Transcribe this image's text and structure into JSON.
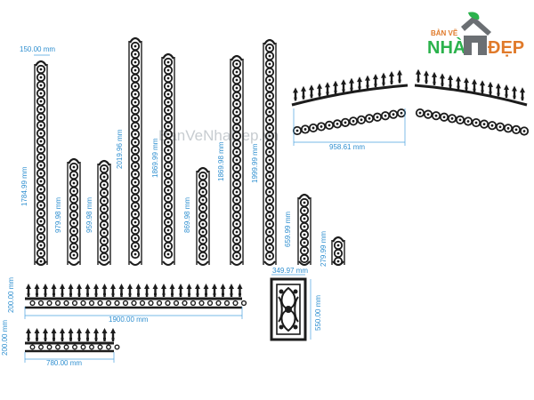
{
  "logo": {
    "top_text": "BẢN VẼ",
    "left_text": "NHÀ",
    "right_text": "ĐẸP",
    "colors": {
      "green": "#2bb24c",
      "orange": "#e07a2a",
      "gray": "#6b6f73"
    }
  },
  "watermark": "BanVeNhaDep.vn",
  "colors": {
    "ornament": "#1c1c1c",
    "dimension": "#2f8fd0"
  },
  "posts": [
    {
      "label": "150.00 mm",
      "label_position": "top"
    },
    {
      "label": "1784.99 mm"
    },
    {
      "label": "979.98 mm"
    },
    {
      "label": "959.98 mm"
    },
    {
      "label": "2019.96 mm"
    },
    {
      "label": "1869.99 mm"
    },
    {
      "label": "869.98 mm"
    },
    {
      "label": "1869.98 mm"
    },
    {
      "label": "1999.99 mm"
    },
    {
      "label": "659.99 mm"
    },
    {
      "label": "279.99 mm"
    }
  ],
  "arc_fence": {
    "label": "958.61 mm"
  },
  "long_fence": {
    "width_label": "1900.00 mm",
    "height_label": "200.00 mm"
  },
  "short_fence": {
    "width_label": "780.00 mm",
    "height_label": "200.00 mm"
  },
  "gate_panel": {
    "width_label": "349.97 mm",
    "height_label": "550.00 mm"
  }
}
